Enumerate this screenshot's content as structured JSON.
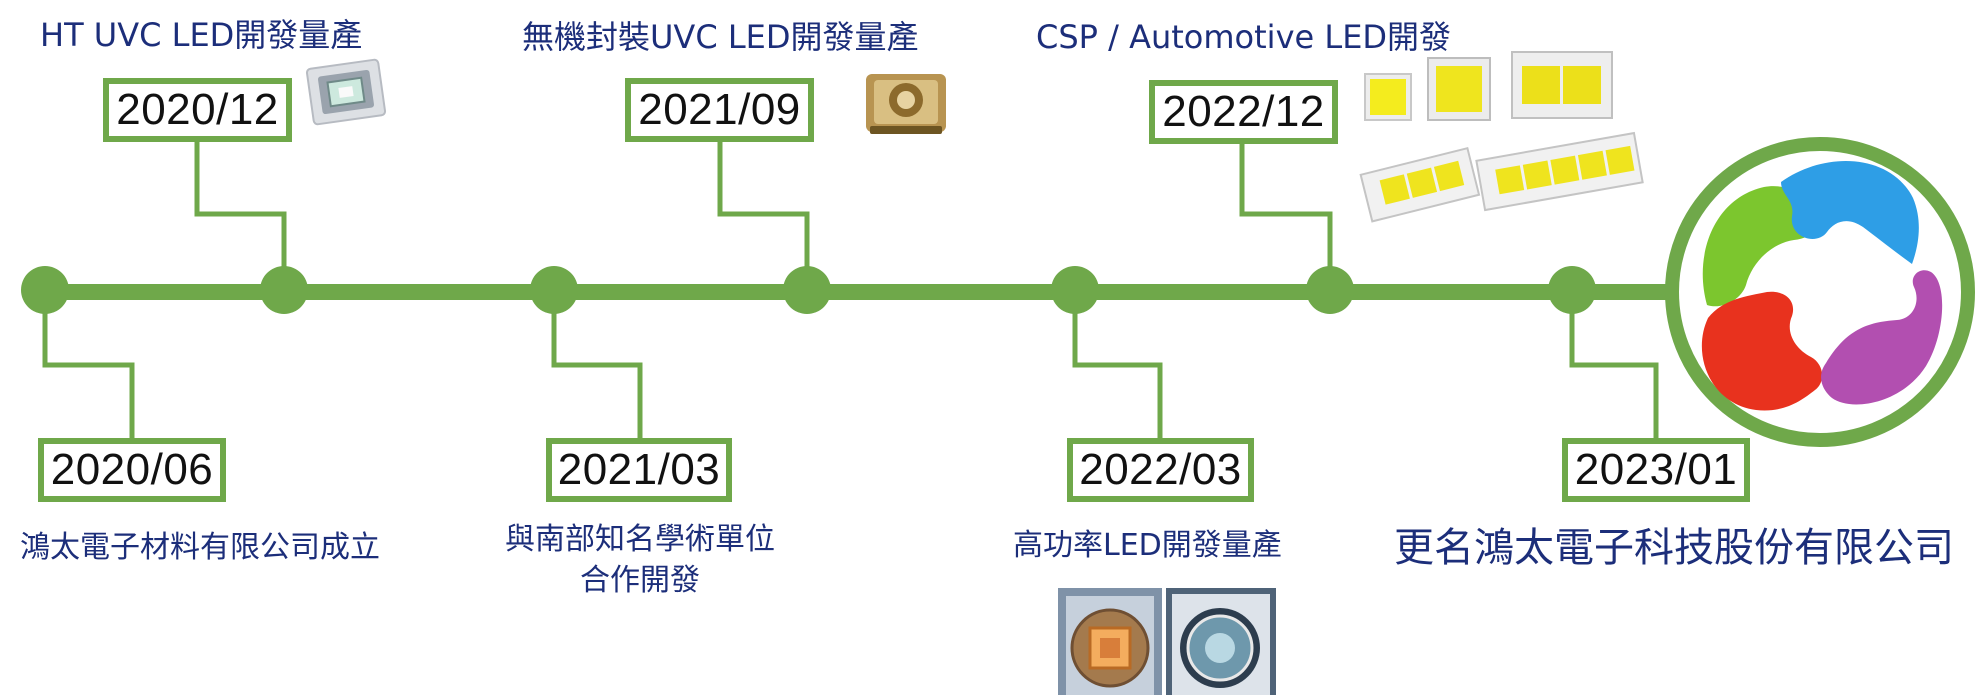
{
  "milestones": [
    {
      "date": "2020/06",
      "caption": "鴻太電子材料有限公司成立"
    },
    {
      "date": "2020/12",
      "caption": "HT UVC LED開發量產"
    },
    {
      "date": "2021/03",
      "caption_line1": "與南部知名學術單位",
      "caption_line2": "合作開發"
    },
    {
      "date": "2021/09",
      "caption": "無機封裝UVC LED開發量產"
    },
    {
      "date": "2022/03",
      "caption": "高功率LED開發量產"
    },
    {
      "date": "2022/12",
      "caption": "CSP / Automotive LED開發"
    },
    {
      "date": "2023/01",
      "caption": "更名鴻太電子科技股份有限公司"
    }
  ],
  "colors": {
    "timeline_green": "#6fa84a",
    "caption_text": "#1c2e7a",
    "led_yellow": "#f4ec1e",
    "logo_green": "#7cc62e",
    "logo_blue": "#2e9ee6",
    "logo_red": "#e8321e",
    "logo_purple": "#b24fb0"
  },
  "icons": [
    "uvc-led-chip-icon",
    "ceramic-uvc-package-icon",
    "csp-led-array-icon",
    "high-power-led-photo-icon",
    "company-logo-icon"
  ]
}
